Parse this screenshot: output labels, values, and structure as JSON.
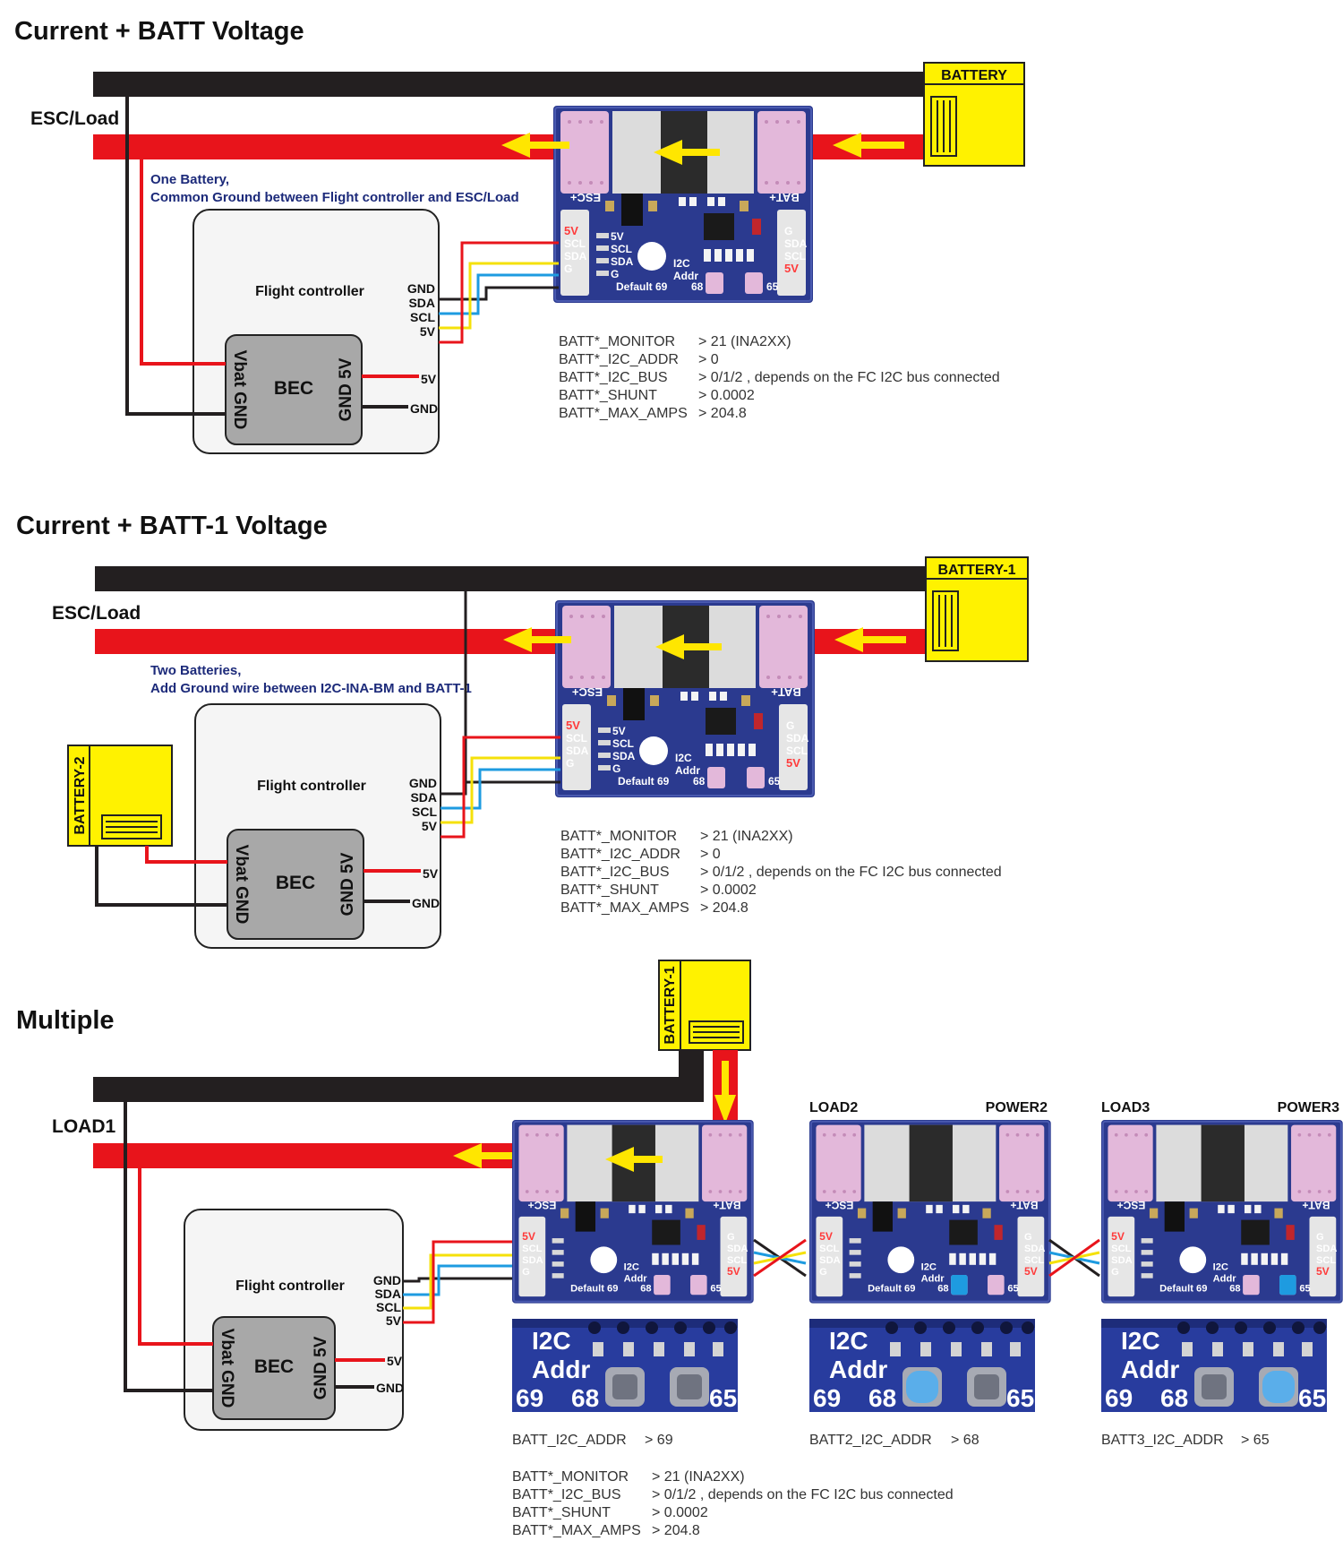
{
  "sections": [
    {
      "title": "Current + BATT Voltage",
      "load_label": "ESC/Load",
      "battery_label": "BATTERY",
      "note_line1": "One Battery,",
      "note_line2": "Common Ground between Flight controller and ESC/Load",
      "fc_label": "Flight controller",
      "params": [
        {
          "key": "BATT*_MONITOR",
          "value": "> 21  (INA2XX)"
        },
        {
          "key": "BATT*_I2C_ADDR",
          "value": "> 0"
        },
        {
          "key": "BATT*_I2C_BUS",
          "value": "> 0/1/2 , depends on the FC I2C bus connected"
        },
        {
          "key": "BATT*_SHUNT",
          "value": "> 0.0002"
        },
        {
          "key": "BATT*_MAX_AMPS",
          "value": "> 204.8"
        }
      ]
    },
    {
      "title": "Current + BATT-1 Voltage",
      "load_label": "ESC/Load",
      "battery_label": "BATTERY-1",
      "battery2_label": "BATTERY-2",
      "note_line1": "Two Batteries,",
      "note_line2": "Add Ground wire between I2C-INA-BM and BATT-1",
      "fc_label": "Flight controller",
      "params": [
        {
          "key": "BATT*_MONITOR",
          "value": "> 21  (INA2XX)"
        },
        {
          "key": "BATT*_I2C_ADDR",
          "value": "> 0"
        },
        {
          "key": "BATT*_I2C_BUS",
          "value": "> 0/1/2 , depends on the FC I2C bus connected"
        },
        {
          "key": "BATT*_SHUNT",
          "value": "> 0.0002"
        },
        {
          "key": "BATT*_MAX_AMPS",
          "value": "> 204.8"
        }
      ]
    },
    {
      "title": "Multiple",
      "load_label": "LOAD1",
      "battery_label": "BATTERY-1",
      "load2_label": "LOAD2",
      "power2_label": "POWER2",
      "load3_label": "LOAD3",
      "power3_label": "POWER3",
      "fc_label": "Flight controller",
      "addr_lines": [
        {
          "key": "BATT_I2C_ADDR",
          "value": "> 69"
        },
        {
          "key": "BATT2_I2C_ADDR",
          "value": "> 68"
        },
        {
          "key": "BATT3_I2C_ADDR",
          "value": "> 65"
        }
      ],
      "params": [
        {
          "key": "BATT*_MONITOR",
          "value": "> 21  (INA2XX)"
        },
        {
          "key": "BATT*_I2C_BUS",
          "value": "> 0/1/2 , depends on the FC I2C bus connected"
        },
        {
          "key": "BATT*_SHUNT",
          "value": "> 0.0002"
        },
        {
          "key": "BATT*_MAX_AMPS",
          "value": "> 204.8"
        }
      ]
    }
  ],
  "fc_pins": [
    "GND",
    "SDA",
    "SCL",
    "5V"
  ],
  "bec": {
    "title": "BEC",
    "left_pins": "Vbat  GND",
    "right_pins": "GND 5V",
    "out_5v": "5V",
    "out_gnd": "GND"
  },
  "board": {
    "esc_label": "ESC+",
    "bat_label": "BAT+",
    "left_pins": [
      "5V",
      "SCL",
      "SDA",
      "G"
    ],
    "right_pins": [
      "G",
      "SDA",
      "SCL",
      "5V"
    ],
    "mid_pins": [
      "5V",
      "SCL",
      "SDA",
      "G"
    ],
    "i2c_label": "I2C",
    "addr_label": "Addr",
    "default_label": "Default 69",
    "addr_68": "68",
    "addr_65": "65"
  },
  "closeup": {
    "i2c": "I2C",
    "addr": "Addr",
    "n69": "69",
    "n68": "68",
    "n65": "65"
  },
  "colors": {
    "power_red": "#e8141b",
    "ground_black": "#231f20",
    "battery_yellow": "#fff200",
    "board_blue": "#2b3a8f",
    "wire_sda_blue": "#1e9be0",
    "wire_scl_yellow": "#f5e10a",
    "note_navy": "#1c2a7a",
    "arrow_yellow": "#ffe600"
  }
}
